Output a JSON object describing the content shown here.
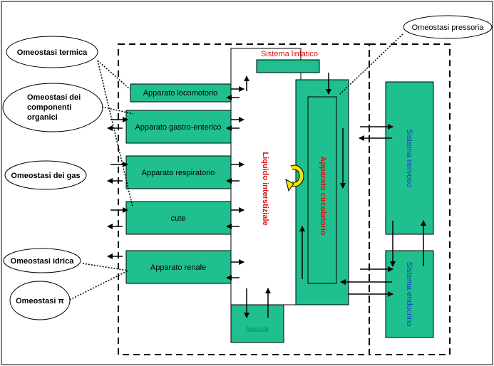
{
  "ovals": {
    "pressoria": "Omeostasi pressoria",
    "termica": "Omeostasi termica",
    "componenti": [
      "Omeostasi dei",
      "componenti",
      "organici"
    ],
    "gas": "Omeostasi dei gas",
    "idrica": "Omeostasi idrica",
    "pi": "Omeostasi π"
  },
  "organs": {
    "locomotorio": "Apparato locomotorio",
    "gastro": "Apparato gastro-enterico",
    "respiratorio": "Apparato respiratorio",
    "cute": "cute",
    "renale": "Apparato renale"
  },
  "center": {
    "linfatico": "Sistema linfatico",
    "liquido": "Liquido interstiziale",
    "circolatorio": "Apparato circolatorio",
    "tessuti": "tessuti"
  },
  "right": {
    "nervoso": "Sistema nervoso",
    "endocrino": "Sistema endocrino"
  },
  "colors": {
    "box_fill": "#1fbf8f",
    "red_label": "#e01010",
    "blue_label": "#1a3cc8",
    "green_label": "#1f8a1f",
    "cycle_arrow": "#f0e010"
  }
}
